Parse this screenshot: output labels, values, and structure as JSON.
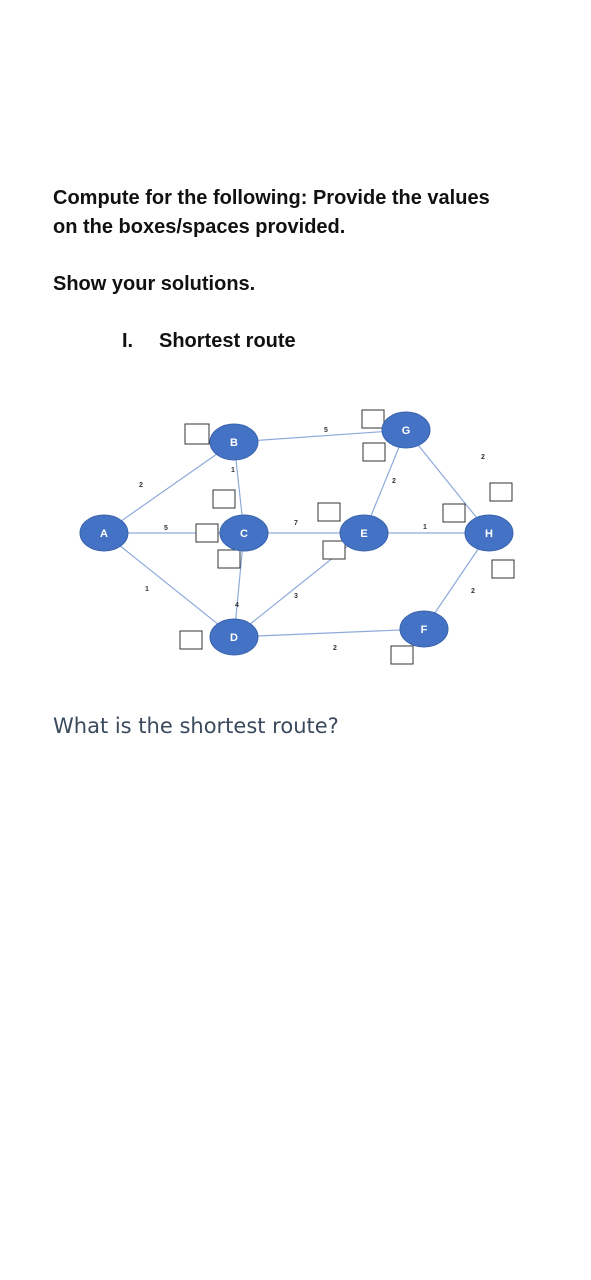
{
  "instructions": {
    "line1": "Compute for the following: Provide the values",
    "line2": "on the boxes/spaces provided.",
    "show_solutions": "Show your solutions."
  },
  "section": {
    "number": "I.",
    "title": "Shortest route"
  },
  "graph": {
    "node_color": "#4472c4",
    "edge_color": "#8eaadb",
    "nodes": [
      "A",
      "B",
      "C",
      "D",
      "E",
      "F",
      "G",
      "H"
    ],
    "edges": [
      {
        "from": "A",
        "to": "B",
        "weight": "2"
      },
      {
        "from": "A",
        "to": "C",
        "weight": "5"
      },
      {
        "from": "A",
        "to": "D",
        "weight": "1"
      },
      {
        "from": "B",
        "to": "C",
        "weight": "1"
      },
      {
        "from": "B",
        "to": "G",
        "weight": "5"
      },
      {
        "from": "C",
        "to": "E",
        "weight": "7"
      },
      {
        "from": "C",
        "to": "D",
        "weight": "4"
      },
      {
        "from": "D",
        "to": "E",
        "weight": "3"
      },
      {
        "from": "D",
        "to": "F",
        "weight": "2"
      },
      {
        "from": "E",
        "to": "G",
        "weight": "2"
      },
      {
        "from": "E",
        "to": "H",
        "weight": "1"
      },
      {
        "from": "G",
        "to": "H",
        "weight": "2"
      },
      {
        "from": "F",
        "to": "H",
        "weight": "2"
      }
    ]
  },
  "question": "What is the shortest route?"
}
